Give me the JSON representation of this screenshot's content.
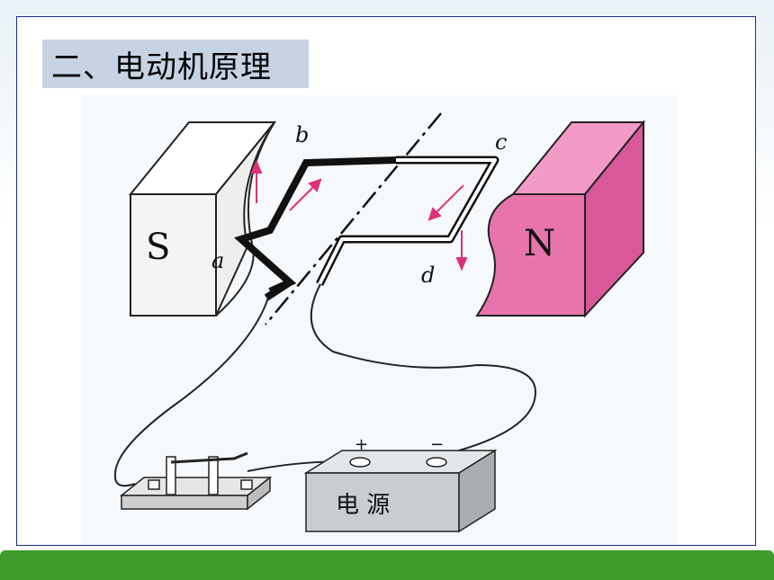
{
  "title": "二、电动机原理",
  "labels": {
    "s_pole": "S",
    "n_pole": "N",
    "a": "a",
    "b": "b",
    "c": "c",
    "d": "d",
    "plus": "+",
    "minus": "−",
    "source": "电 源"
  },
  "colors": {
    "accent_bar": "#3e9a2a",
    "title_bg": "#c6d3e3",
    "n_magnet": "#e874ac",
    "s_magnet": "#f2f2f2",
    "arrow": "#e0307a",
    "source_box": "#c9cdd1"
  }
}
